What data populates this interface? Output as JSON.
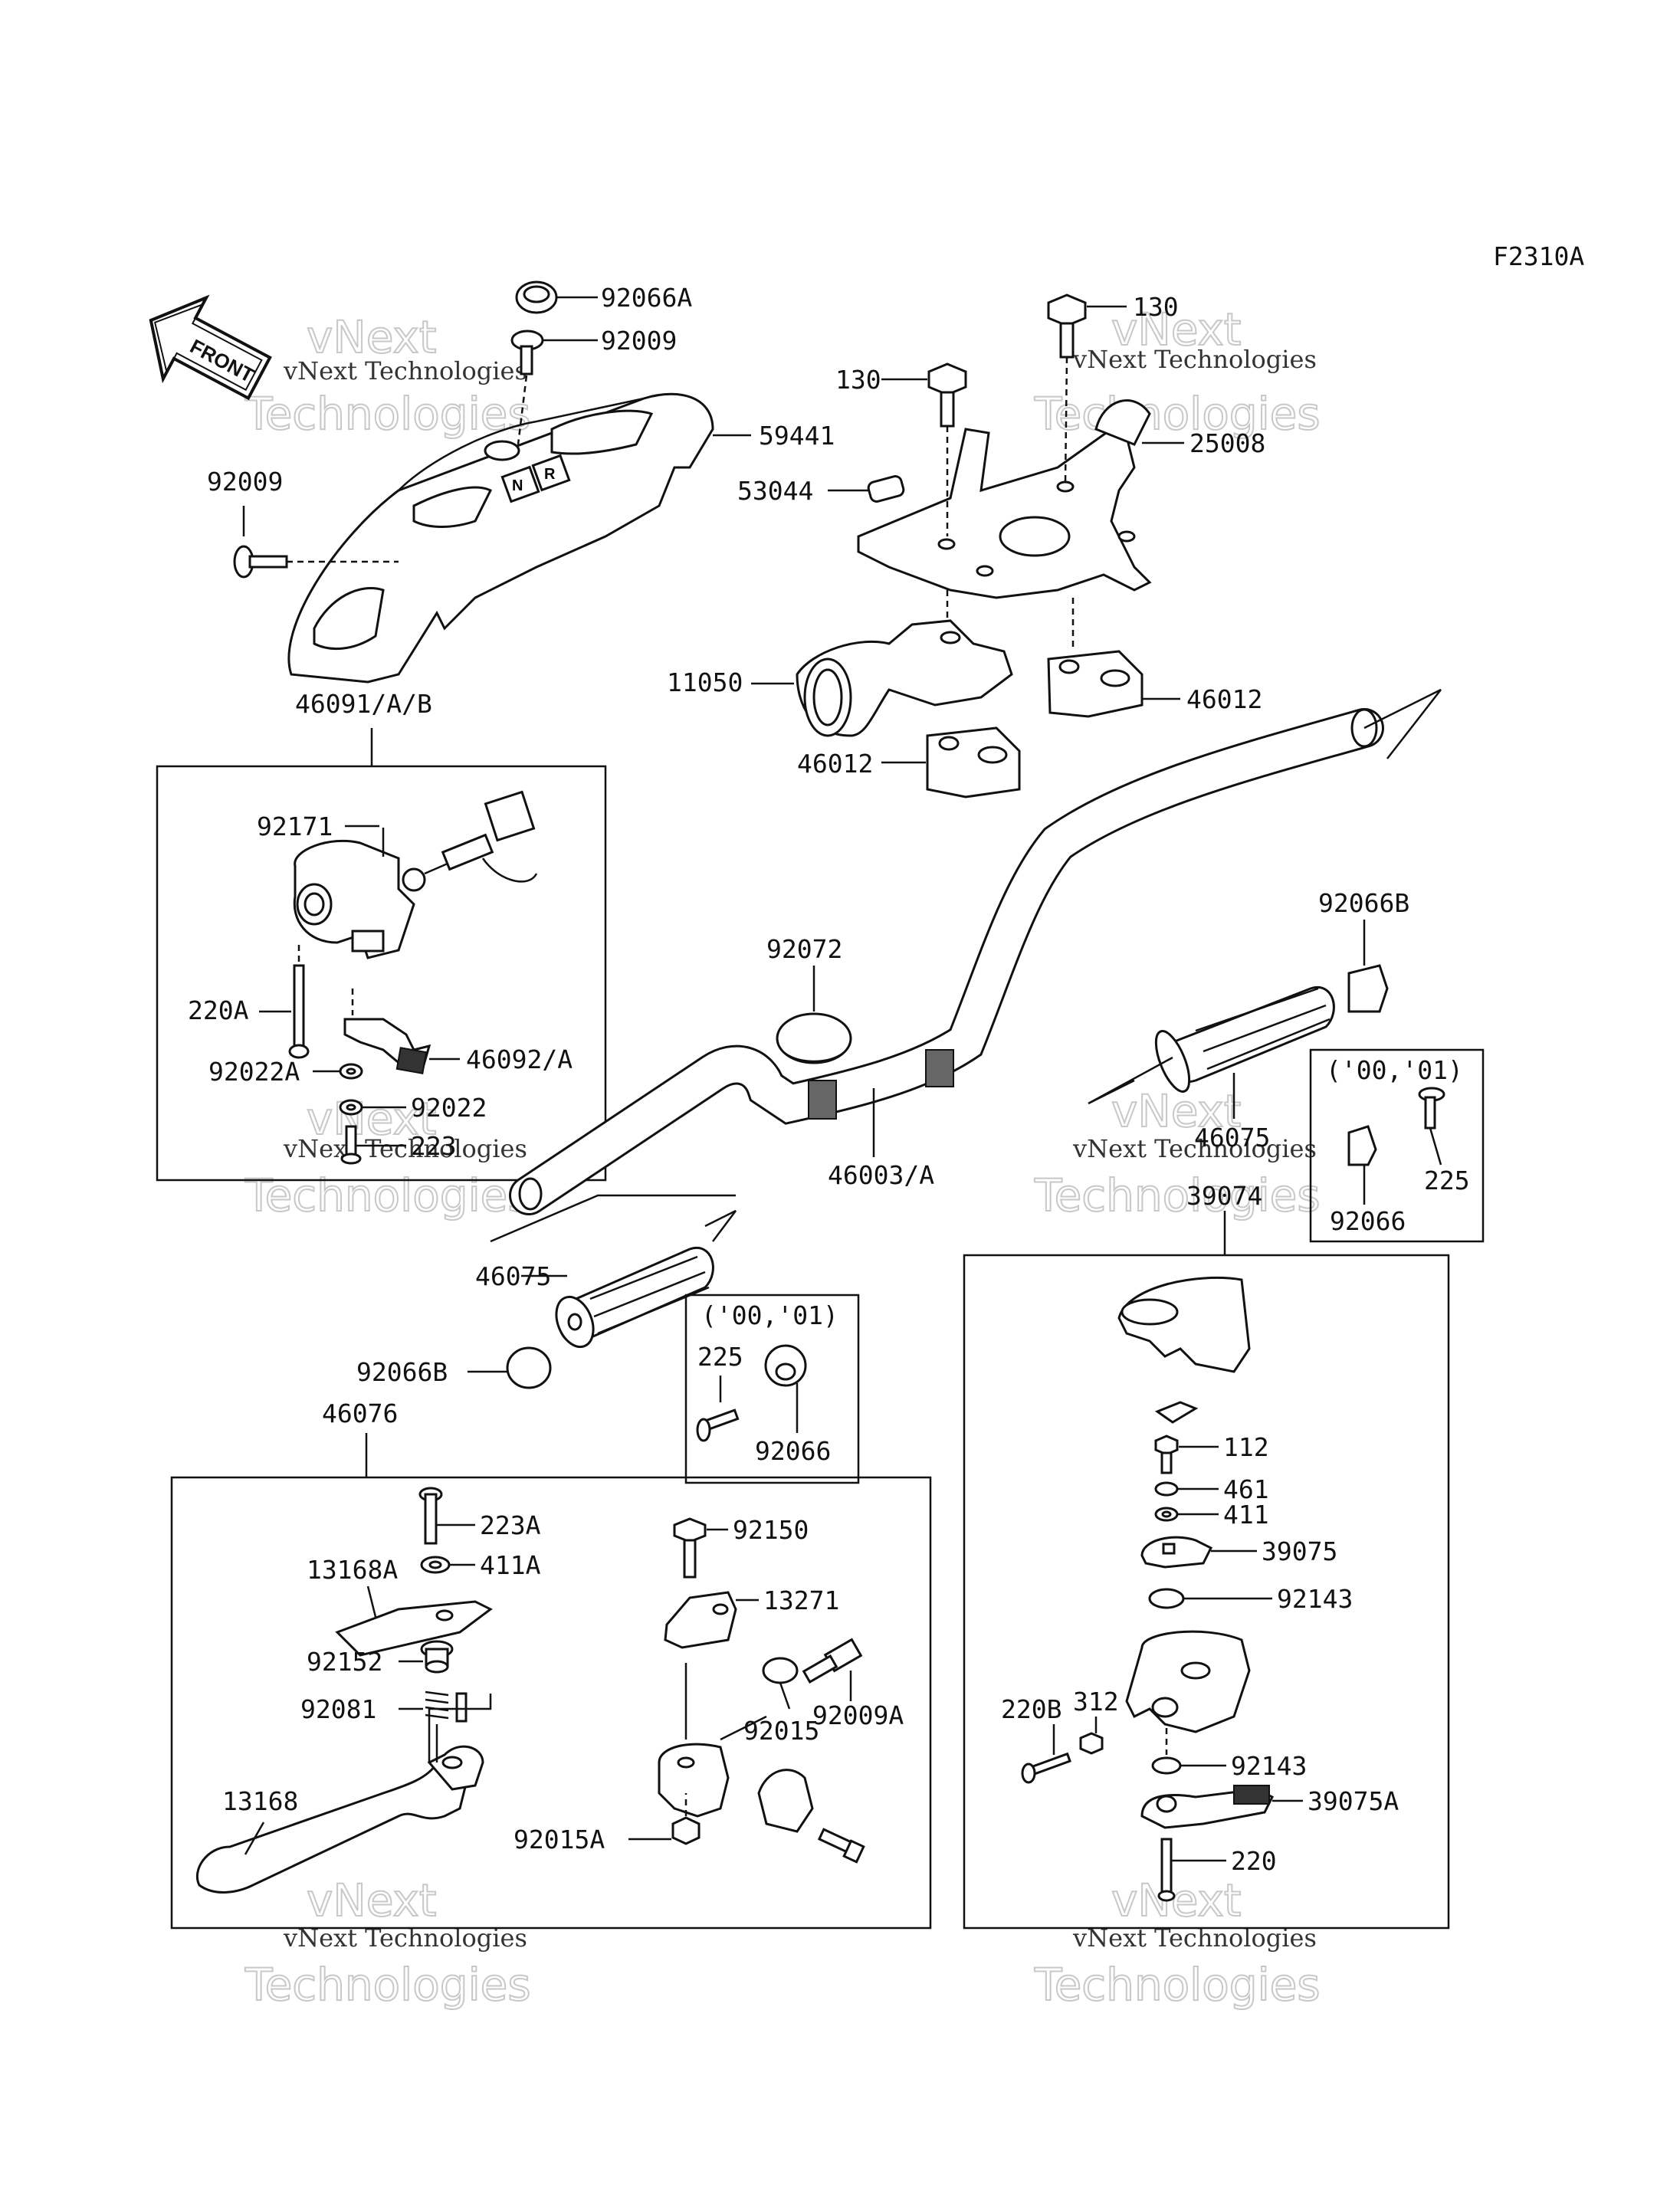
{
  "figure_code": "F2310A",
  "front_arrow_text": "FRONT",
  "watermark": {
    "line1": "vNext",
    "line2": "Technologies",
    "small": "vNext Technologies"
  },
  "labels": {
    "p92066A": "92066A",
    "p92009_top": "92009",
    "p59441": "59441",
    "p92009_left": "92009",
    "p46091": "46091/A/B",
    "p130_a": "130",
    "p130_b": "130",
    "p25008": "25008",
    "p53044": "53044",
    "p11050": "11050",
    "p46012_a": "46012",
    "p46012_b": "46012",
    "p92171": "92171",
    "p220A": "220A",
    "p46092": "46092/A",
    "p92022A": "92022A",
    "p92022": "92022",
    "p223": "223",
    "p92072": "92072",
    "p46003": "46003/A",
    "p92066B_right": "92066B",
    "p46075_right": "46075",
    "p46075_left": "46075",
    "p92066B_left": "92066B",
    "years_right": "('00,'01)",
    "p225_right": "225",
    "p92066_right": "92066",
    "years_left": "('00,'01)",
    "p225_left": "225",
    "p92066_left": "92066",
    "p39074": "39074",
    "p46076": "46076",
    "p223A": "223A",
    "p13168A": "13168A",
    "p411A": "411A",
    "p92152": "92152",
    "p92081": "92081",
    "p13168": "13168",
    "p92150": "92150",
    "p13271": "13271",
    "p92009A": "92009A",
    "p92015": "92015",
    "p92015A": "92015A",
    "p112": "112",
    "p461": "461",
    "p411": "411",
    "p39075": "39075",
    "p92143_a": "92143",
    "p312": "312",
    "p220B": "220B",
    "p92143_b": "92143",
    "p39075A": "39075A",
    "p220": "220"
  }
}
